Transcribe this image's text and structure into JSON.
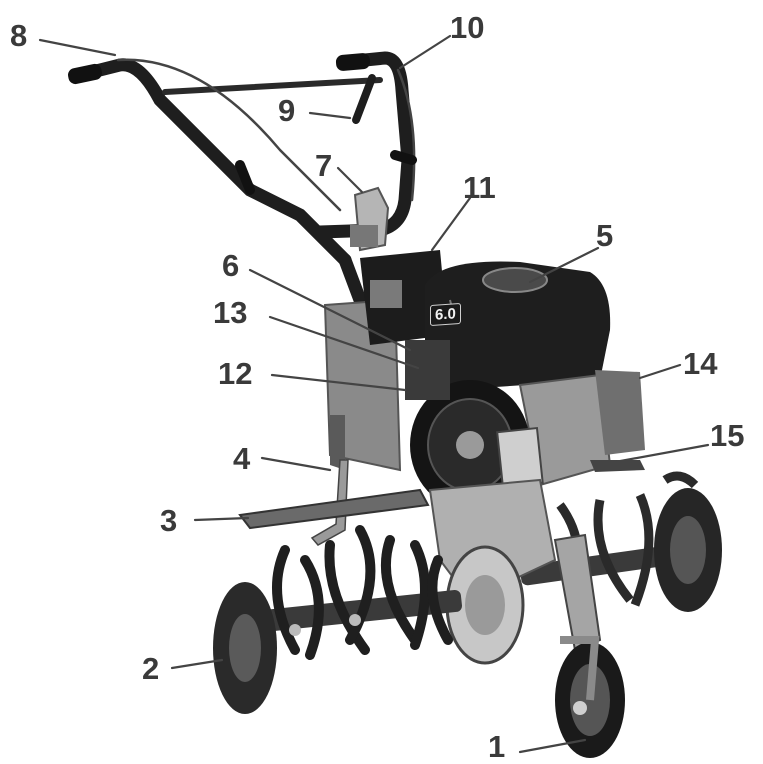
{
  "diagram": {
    "subject": "garden tiller with engine, handlebars, tine assemblies, front transport wheel",
    "engine_badge": "6.0",
    "callouts": [
      {
        "number": "1"
      },
      {
        "number": "2"
      },
      {
        "number": "3"
      },
      {
        "number": "4"
      },
      {
        "number": "5"
      },
      {
        "number": "6"
      },
      {
        "number": "7"
      },
      {
        "number": "8"
      },
      {
        "number": "9"
      },
      {
        "number": "10"
      },
      {
        "number": "11"
      },
      {
        "number": "12"
      },
      {
        "number": "13"
      },
      {
        "number": "14"
      },
      {
        "number": "15"
      }
    ],
    "colors": {
      "label": "#3a3a3a",
      "leader": "#444444",
      "machine_dark": "#1c1c1c",
      "machine_mid": "#6f6f6f",
      "machine_light": "#b8b8b8",
      "background": "#ffffff"
    }
  }
}
